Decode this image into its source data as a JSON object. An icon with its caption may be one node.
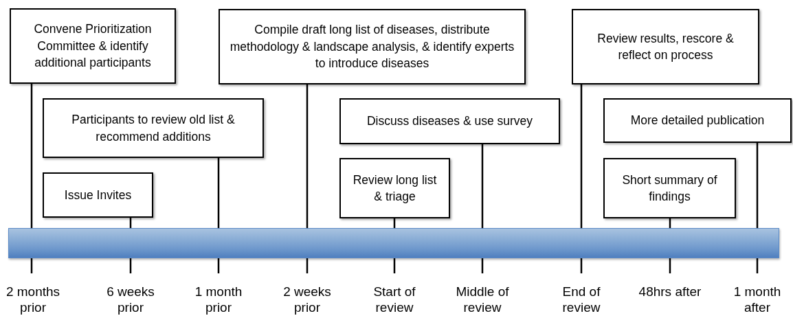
{
  "diagram": {
    "nodes": [
      {
        "text": [
          "Convene Prioritization Committee & identify additional participants"
        ]
      },
      {
        "text": [
          "Compile draft long list of diseases, distribute methodology & landscape analysis, & identify experts to introduce diseases"
        ]
      },
      {
        "text": [
          "Review results, rescore & reflect on process"
        ]
      },
      {
        "text": [
          "Participants to review old list & recommend additions"
        ]
      },
      {
        "text": [
          "Discuss diseases & use survey"
        ]
      },
      {
        "text": [
          "More detailed publication"
        ]
      },
      {
        "text": [
          "Issue Invites"
        ]
      },
      {
        "text": [
          "Review long list & triage"
        ]
      },
      {
        "text": [
          "Short summary of findings"
        ]
      },
      {
        "text": [],
        "shape": "bar"
      }
    ],
    "edges": [
      {
        "from": 0,
        "to": 9,
        "arrow": "none"
      },
      {
        "from": 1,
        "to": 9,
        "arrow": "none"
      },
      {
        "from": 2,
        "to": 9,
        "arrow": "none"
      },
      {
        "from": 3,
        "to": 9,
        "arrow": "none"
      },
      {
        "from": 4,
        "to": 9,
        "arrow": "none"
      },
      {
        "from": 5,
        "to": 9,
        "arrow": "none"
      },
      {
        "from": 6,
        "to": 9,
        "arrow": "none"
      },
      {
        "from": 7,
        "to": 9,
        "arrow": "none"
      },
      {
        "from": 8,
        "to": 9,
        "arrow": "none"
      }
    ],
    "labels": [
      "2 months prior",
      "6 weeks prior",
      "1 month prior",
      "2 weeks prior",
      "Start of review",
      "Middle of review",
      "End of review",
      "48hrs after",
      "1 month after"
    ]
  }
}
